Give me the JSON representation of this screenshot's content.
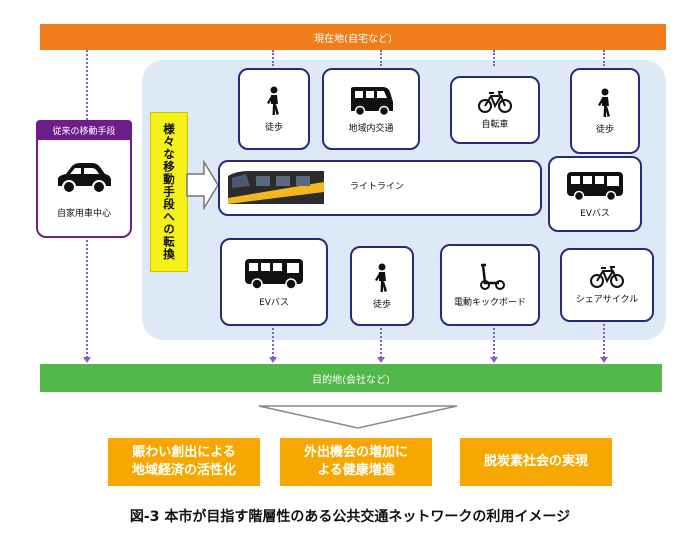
{
  "top_bar": {
    "label": "現在地(自宅など)"
  },
  "bottom_bar": {
    "label": "目的地(会社など)"
  },
  "conventional": {
    "header": "従来の移動手段",
    "label": "自家用車中心"
  },
  "transfer_label": "様々な移動手段への転換",
  "modes_top": [
    {
      "label": "徒歩",
      "icon": "walking-person-icon"
    },
    {
      "label": "地域内交通",
      "icon": "minibus-icon"
    },
    {
      "label": "自転車",
      "icon": "bicycle-icon"
    },
    {
      "label": "徒歩",
      "icon": "walking-person-icon"
    }
  ],
  "light_line": {
    "label": "ライトライン",
    "icon": "light-rail-icon"
  },
  "ev_bus_right": {
    "label": "EVバス",
    "icon": "bus-icon"
  },
  "modes_bottom": [
    {
      "label": "EVバス",
      "icon": "bus-icon"
    },
    {
      "label": "徒歩",
      "icon": "walking-person-icon"
    },
    {
      "label": "電動キックボード",
      "icon": "kick-scooter-icon"
    },
    {
      "label": "シェアサイクル",
      "icon": "bicycle-icon"
    }
  ],
  "outcomes": [
    {
      "line1": "賑わい創出による",
      "line2": "地域経済の活性化"
    },
    {
      "line1": "外出機会の増加に",
      "line2": "よる健康増進"
    },
    {
      "line1": "脱炭素社会の実現",
      "line2": ""
    }
  ],
  "caption": "図-3 本市が目指す階層性のある公共交通ネットワークの利用イメージ",
  "colors": {
    "top_bar": "#f07c1c",
    "bottom_bar": "#52b84a",
    "panel": "#dde9f6",
    "conventional": "#6e1e8a",
    "transfer": "#f4f11a",
    "outcome": "#f7a800",
    "card_border": "#2a2a7a",
    "train_accent": "#f2b81c"
  }
}
